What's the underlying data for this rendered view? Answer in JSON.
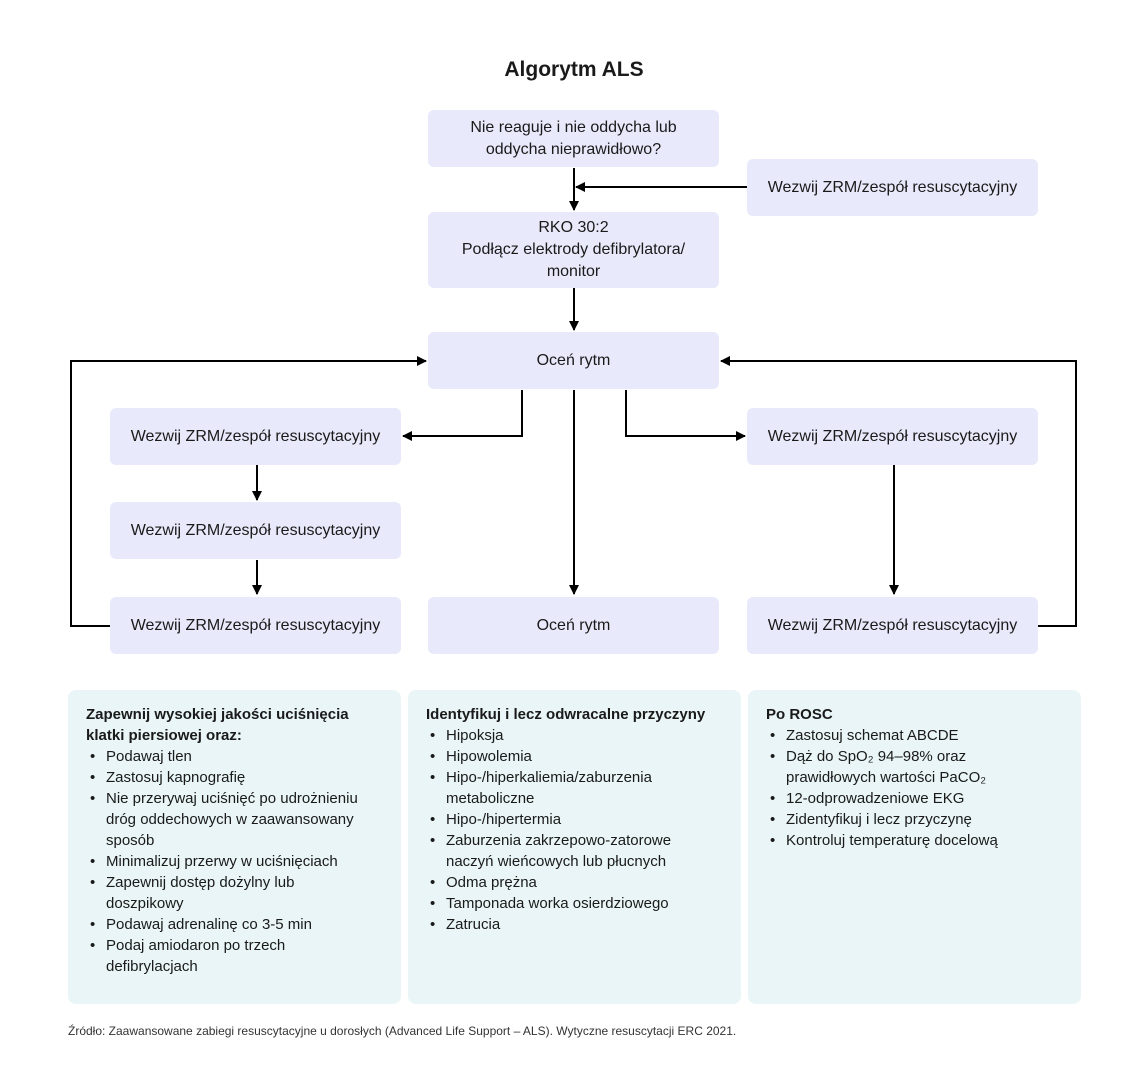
{
  "title": "Algorytm ALS",
  "nodes": {
    "start": [
      "Nie reaguje i nie oddycha lub",
      "oddycha nieprawidłowo?"
    ],
    "call_team": "Wezwij ZRM/zespół resuscytacyjny",
    "cpr": [
      "RKO 30:2",
      "Podłącz elektrody defibrylatora/",
      "monitor"
    ],
    "assess_rhythm": "Oceń rytm",
    "left_1": "Wezwij ZRM/zespół resuscytacyjny",
    "left_2": "Wezwij ZRM/zespół resuscytacyjny",
    "left_3": "Wezwij ZRM/zespół resuscytacyjny",
    "center_bottom": "Oceń rytm",
    "right_1": "Wezwij ZRM/zespół resuscytacyjny",
    "right_2": "Wezwij ZRM/zespół resuscytacyjny"
  },
  "panels": [
    {
      "heading": [
        "Zapewnij wysokiej jakości uciśnięcia",
        "klatki piersiowej oraz:"
      ],
      "items": [
        [
          "Podawaj tlen"
        ],
        [
          "Zastosuj kapnografię"
        ],
        [
          "Nie przerywaj uciśnięć po udrożnieniu",
          "dróg oddechowych w zaawansowany",
          "sposób"
        ],
        [
          "Minimalizuj przerwy w uciśnięciach"
        ],
        [
          "Zapewnij dostęp dożylny lub",
          "doszpikowy"
        ],
        [
          "Podawaj adrenalinę co 3-5 min"
        ],
        [
          "Podaj amiodaron po trzech",
          "defibrylacjach"
        ]
      ]
    },
    {
      "heading": [
        "Identyfikuj i lecz odwracalne przyczyny"
      ],
      "items": [
        [
          "Hipoksja"
        ],
        [
          "Hipowolemia"
        ],
        [
          "Hipo-/hiperkaliemia/zaburzenia",
          "metaboliczne"
        ],
        [
          "Hipo-/hipertermia"
        ],
        [
          "Zaburzenia zakrzepowo-zatorowe",
          "naczyń wieńcowych lub płucnych"
        ],
        [
          "Odma prężna"
        ],
        [
          "Tamponada worka osierdziowego"
        ],
        [
          "Zatrucia"
        ]
      ]
    },
    {
      "heading": [
        "Po ROSC"
      ],
      "items": [
        [
          "Zastosuj schemat ABCDE"
        ],
        [
          "Dąż do SpO₂ 94–98% oraz",
          "prawidłowych wartości PaCO₂"
        ],
        [
          "12-odprowadzeniowe EKG"
        ],
        [
          "Zidentyfikuj i lecz przyczynę"
        ],
        [
          "Kontroluj temperaturę docelową"
        ]
      ]
    }
  ],
  "footer": "Źródło: Zaawansowane zabiegi resuscytacyjne u dorosłych (Advanced Life Support – ALS). Wytyczne resuscytacji ERC 2021."
}
